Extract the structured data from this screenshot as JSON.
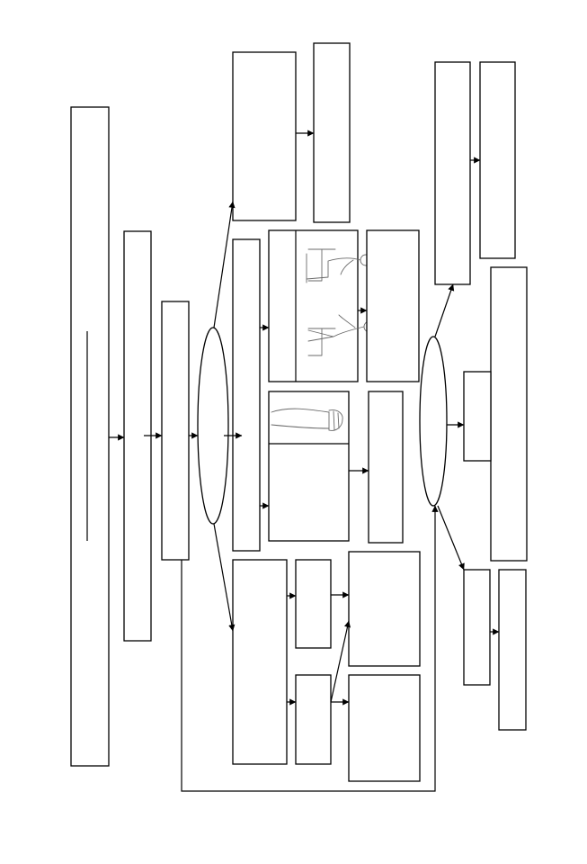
{
  "diagram": {
    "style": {
      "stroke_color": "#000000",
      "background_color": "#ffffff",
      "sketch_color": "#6a6a6a"
    },
    "nodes": [
      {
        "id": "box-far-left-tall"
      },
      {
        "id": "box-level-2"
      },
      {
        "id": "box-level-3"
      },
      {
        "id": "hub-ellipse-left",
        "shape": "ellipse"
      },
      {
        "id": "box-top-branch-a"
      },
      {
        "id": "box-top-branch-b"
      },
      {
        "id": "box-middle-branch"
      },
      {
        "id": "panel-sitting-figure",
        "image": "seated-to-standing-sketch"
      },
      {
        "id": "box-sitting-result"
      },
      {
        "id": "panel-leg-figure",
        "image": "leg-exercise-sketch"
      },
      {
        "id": "box-leg-result"
      },
      {
        "id": "box-bottom-branch"
      },
      {
        "id": "box-bottom-sub-a"
      },
      {
        "id": "box-bottom-sub-b"
      },
      {
        "id": "box-bottom-result-a"
      },
      {
        "id": "box-bottom-result-b"
      },
      {
        "id": "hub-ellipse-right",
        "shape": "ellipse"
      },
      {
        "id": "box-right-top-a"
      },
      {
        "id": "box-right-top-b"
      },
      {
        "id": "box-right-middle-small"
      },
      {
        "id": "box-right-middle-tall"
      },
      {
        "id": "box-right-bottom-a"
      },
      {
        "id": "box-right-bottom-b"
      }
    ],
    "edges": [
      {
        "from": "box-far-left-tall",
        "to": "box-level-2"
      },
      {
        "from": "box-level-2",
        "to": "box-level-3"
      },
      {
        "from": "box-level-3",
        "to": "hub-ellipse-left"
      },
      {
        "from": "hub-ellipse-left",
        "to": "box-top-branch-a"
      },
      {
        "from": "box-top-branch-a",
        "to": "box-top-branch-b"
      },
      {
        "from": "hub-ellipse-left",
        "to": "box-middle-branch"
      },
      {
        "from": "box-middle-branch",
        "to": "panel-sitting-figure"
      },
      {
        "from": "panel-sitting-figure",
        "to": "box-sitting-result"
      },
      {
        "from": "box-middle-branch",
        "to": "panel-leg-figure"
      },
      {
        "from": "panel-leg-figure",
        "to": "box-leg-result"
      },
      {
        "from": "hub-ellipse-left",
        "to": "box-bottom-branch"
      },
      {
        "from": "box-bottom-branch",
        "to": "box-bottom-sub-a"
      },
      {
        "from": "box-bottom-branch",
        "to": "box-bottom-sub-b"
      },
      {
        "from": "box-bottom-sub-a",
        "to": "box-bottom-result-a"
      },
      {
        "from": "box-bottom-sub-b",
        "to": "box-bottom-result-a"
      },
      {
        "from": "box-bottom-sub-b",
        "to": "box-bottom-result-b"
      },
      {
        "from": "box-level-3",
        "to": "hub-ellipse-right",
        "routing": "loop-below"
      },
      {
        "from": "hub-ellipse-right",
        "to": "box-right-top-a"
      },
      {
        "from": "box-right-top-a",
        "to": "box-right-top-b"
      },
      {
        "from": "hub-ellipse-right",
        "to": "box-right-middle-small"
      },
      {
        "from": "hub-ellipse-right",
        "to": "box-right-bottom-a"
      },
      {
        "from": "box-right-bottom-a",
        "to": "box-right-bottom-b"
      }
    ]
  }
}
